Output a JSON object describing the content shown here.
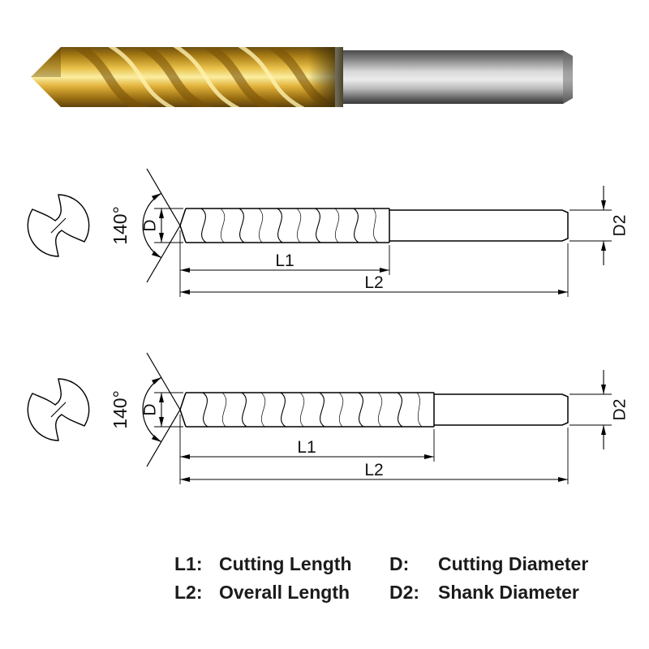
{
  "annotations": {
    "point_angle": "140°",
    "cutting_diameter": "D",
    "shank_diameter": "D2",
    "cutting_length": "L1",
    "overall_length": "L2"
  },
  "legend": {
    "rows": [
      {
        "left_key": "L1:",
        "left_value": "Cutting Length",
        "right_key": "D:",
        "right_value": "Cutting Diameter"
      },
      {
        "left_key": "L2:",
        "left_value": "Overall Length",
        "right_key": "D2:",
        "right_value": "Shank Diameter"
      }
    ]
  },
  "colors": {
    "flute_coating_gold": "#d9a520",
    "shank_steel_gray": "#8f9093",
    "line_black": "#000000"
  }
}
